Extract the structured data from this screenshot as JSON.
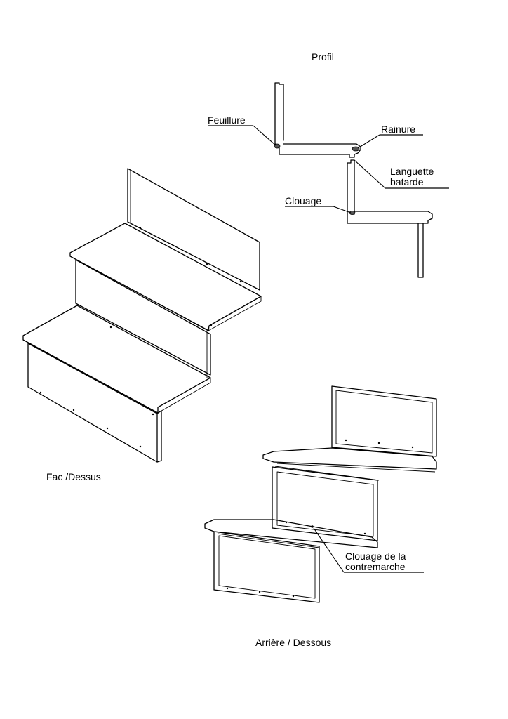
{
  "titles": {
    "profile": "Profil",
    "front_top": "Fac /Dessus",
    "back_bottom": "Arrière / Dessous"
  },
  "labels": {
    "feuillure": "Feuillure",
    "rainure": "Rainure",
    "languette_line1": "Languette",
    "languette_line2": "batarde",
    "clouage": "Clouage",
    "clouage_contre_line1": "Clouage de la",
    "clouage_contre_line2": "contremarche"
  }
}
